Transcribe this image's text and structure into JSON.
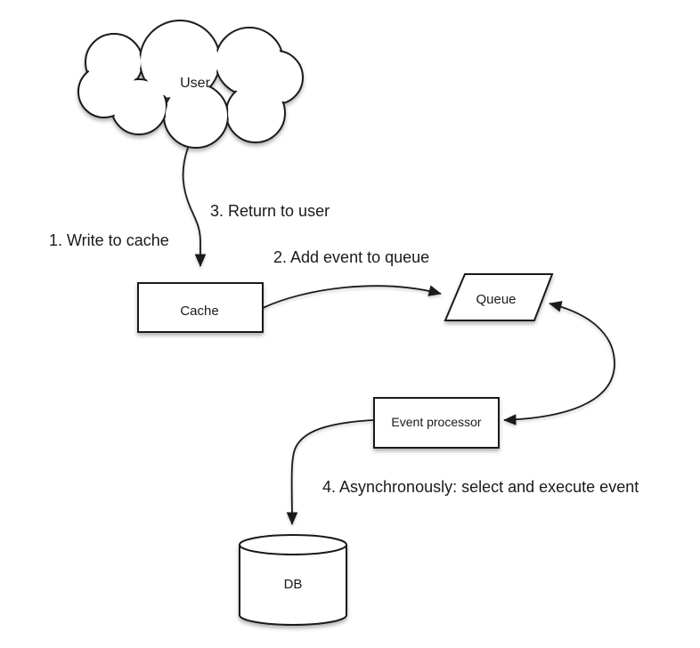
{
  "diagram": {
    "background_color": "#ffffff",
    "stroke_color": "#1a1a1a",
    "shape_fill_color": "#ffffff",
    "text_color": "#1a1a1a",
    "nodes": {
      "user": {
        "label": "User",
        "shape": "cloud"
      },
      "cache": {
        "label": "Cache",
        "shape": "rectangle"
      },
      "queue": {
        "label": "Queue",
        "shape": "parallelogram"
      },
      "event_processor": {
        "label": "Event processor",
        "shape": "rectangle"
      },
      "db": {
        "label": "DB",
        "shape": "cylinder"
      }
    },
    "edge_labels": {
      "step1": "1. Write to cache",
      "step2": "2. Add event to queue",
      "step3": "3. Return to user",
      "step4": "4. Asynchronously: select and execute event"
    },
    "edges": [
      {
        "from": "user",
        "to": "cache",
        "style": "curved",
        "arrowheads": "end"
      },
      {
        "from": "cache",
        "to": "queue",
        "style": "curved",
        "arrowheads": "end"
      },
      {
        "from": "event_processor",
        "to": "queue",
        "style": "curved",
        "arrowheads": "both"
      },
      {
        "from": "event_processor",
        "to": "db",
        "style": "curved",
        "arrowheads": "end"
      }
    ]
  }
}
